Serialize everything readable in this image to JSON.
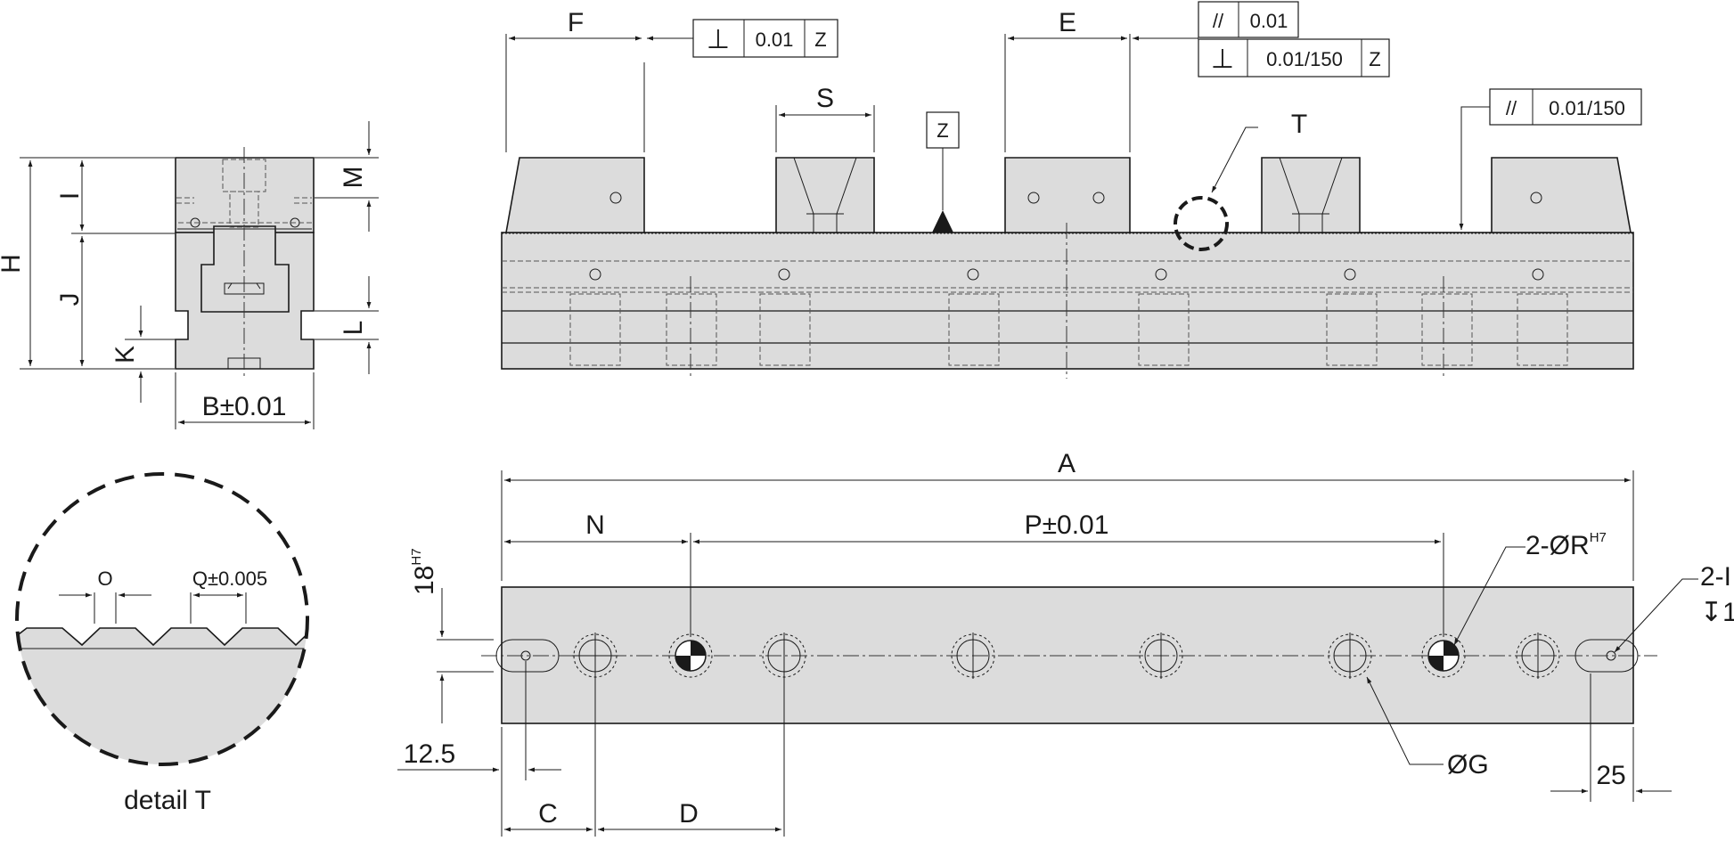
{
  "dimensions": {
    "F": "F",
    "E": "E",
    "S": "S",
    "Z": "Z",
    "T": "T",
    "H": "H",
    "I": "I",
    "J": "J",
    "K": "K",
    "M": "M",
    "L": "L",
    "B": "B±0.01",
    "A": "A",
    "N": "N",
    "P": "P±0.01",
    "C": "C",
    "D": "D",
    "O": "O",
    "Q": "Q±0.005",
    "R": "2-ØR",
    "R_sup": "H7",
    "G": "ØG",
    "dim_12_5": "12.5",
    "dim_18": "18",
    "dim_18_sup": "H7",
    "dim_25": "25",
    "cut_label": "2-I",
    "cut_symbol": "↧1"
  },
  "tolerance_frames": {
    "frame1": {
      "symbol": "⊥",
      "value": "0.01",
      "datum": "Z"
    },
    "frame2": {
      "symbol": "//",
      "value": "0.01"
    },
    "frame3": {
      "symbol": "⊥",
      "value": "0.01/150",
      "datum": "Z"
    },
    "frame4": {
      "symbol": "//",
      "value": "0.01/150"
    }
  },
  "detail_label": "detail  T"
}
